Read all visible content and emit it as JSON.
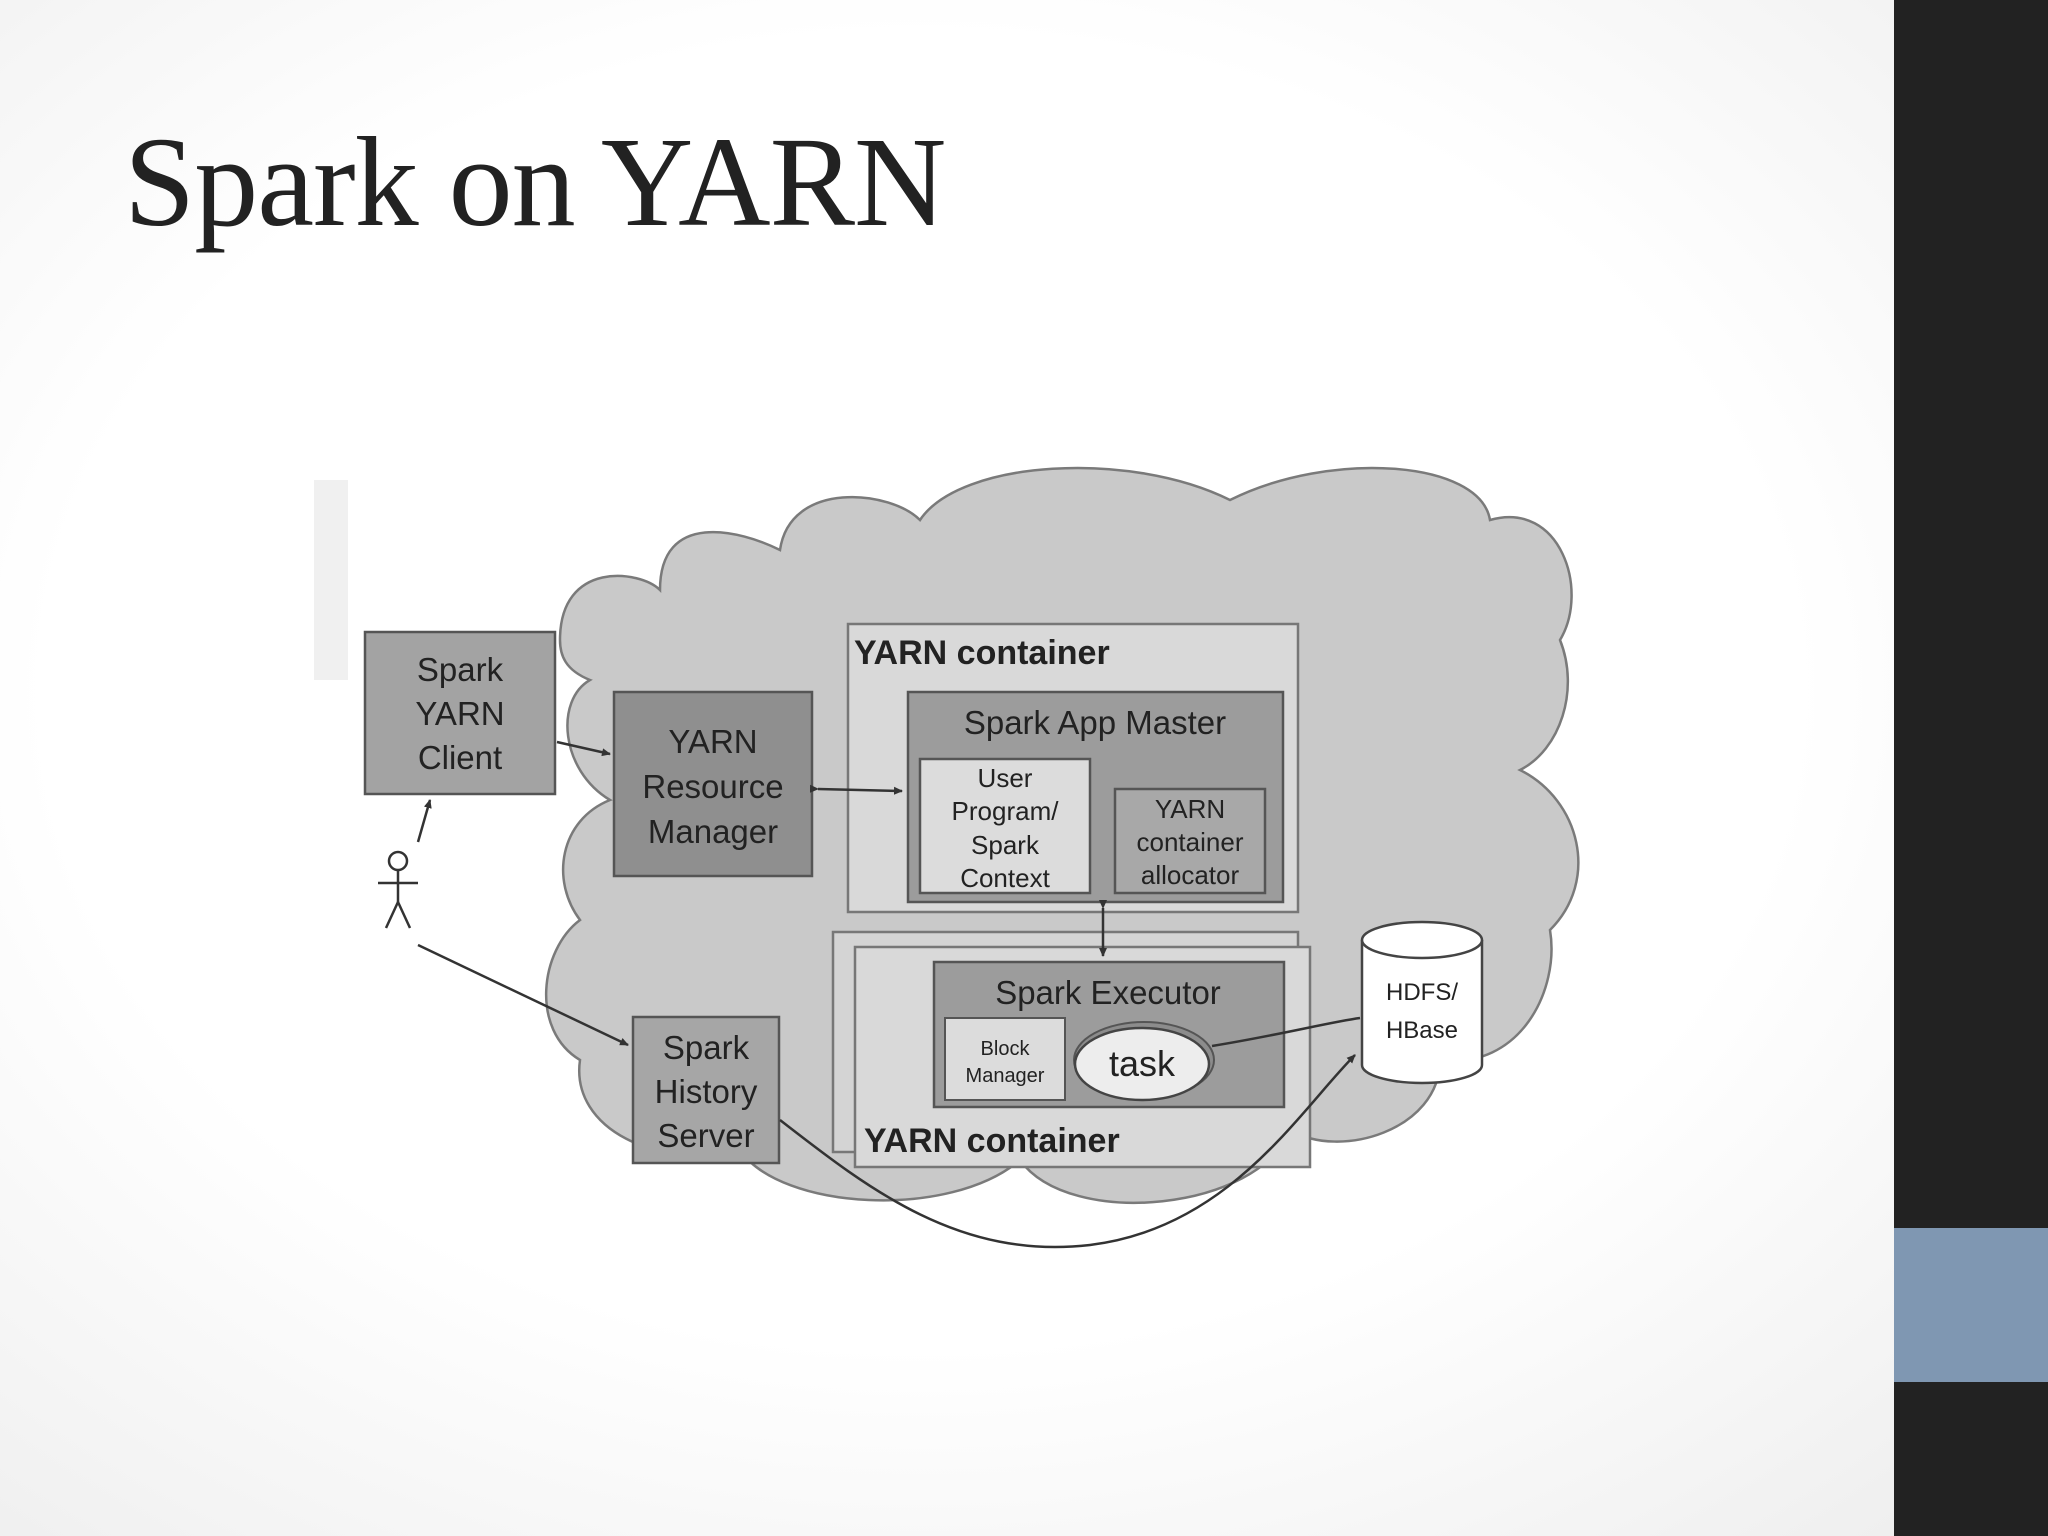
{
  "slide": {
    "title": "Spark on YARN"
  },
  "diagram": {
    "spark_yarn_client": [
      "Spark",
      "YARN",
      "Client"
    ],
    "yarn_resource_manager": [
      "YARN",
      "Resource",
      "Manager"
    ],
    "spark_history_server": [
      "Spark",
      "History",
      "Server"
    ],
    "yarn_container_top": "YARN container",
    "spark_app_master": "Spark App Master",
    "user_program": [
      "User",
      "Program/",
      "Spark",
      "Context"
    ],
    "container_allocator": [
      "YARN",
      "container",
      "allocator"
    ],
    "spark_executor": "Spark Executor",
    "block_manager": [
      "Block",
      "Manager"
    ],
    "task": "task",
    "yarn_container_bottom": "YARN container",
    "hdfs": [
      "HDFS/",
      "HBase"
    ]
  },
  "colors": {
    "background": "#ffffff",
    "side_bar": "#222222",
    "side_accent": "#7f97b2",
    "cloud": "#c9c9c9",
    "box_dark": "#8f8f8f",
    "box_mid": "#a6a6a6",
    "box_light": "#d9d9d9"
  }
}
